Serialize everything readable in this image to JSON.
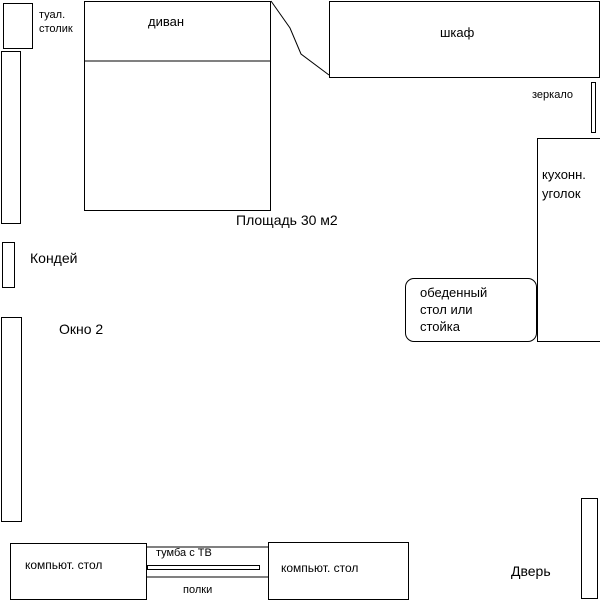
{
  "plan": {
    "toilet_table": {
      "label_line1": "туал.",
      "label_line2": "столик"
    },
    "sofa": {
      "label": "диван"
    },
    "wardrobe": {
      "label": "шкаф"
    },
    "mirror": {
      "label": "зеркало"
    },
    "kitchen_corner": {
      "label_line1": "кухонн.",
      "label_line2": "уголок"
    },
    "area": {
      "label": "Площадь 30 м2"
    },
    "aircon": {
      "label": "Кондей"
    },
    "window2": {
      "label": "Окно 2"
    },
    "dining_table": {
      "label_line1": "обеденный",
      "label_line2": "стол или",
      "label_line3": "стойка"
    },
    "computer_desk_left": {
      "label": "компьют. стол"
    },
    "tv_stand": {
      "label": "тумба с ТВ"
    },
    "shelves": {
      "label": "полки"
    },
    "computer_desk_right": {
      "label": "компьют. стол"
    },
    "door": {
      "label": "Дверь"
    }
  }
}
